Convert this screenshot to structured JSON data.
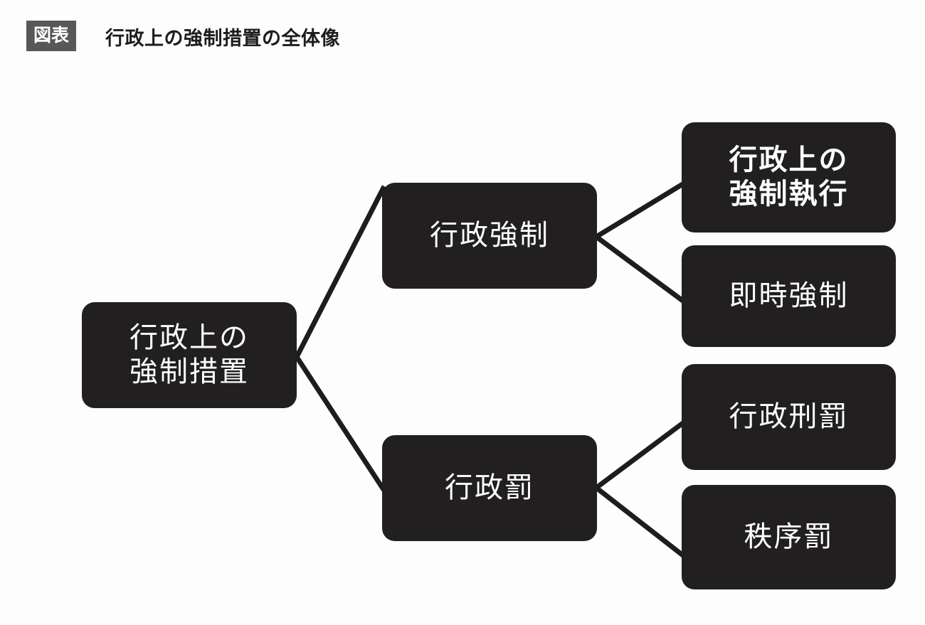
{
  "header": {
    "badge_label": "図表",
    "title": "行政上の強制措置の全体像",
    "badge_color": "#58585a",
    "title_color": "#1d1d1d"
  },
  "diagram": {
    "type": "tree",
    "orientation": "left-to-right",
    "node_fill": "#211f1f",
    "node_text_color": "#ffffff",
    "connector_color": "#1d1d1d",
    "background": "#fdfdfd",
    "nodes": {
      "root": {
        "label": "行政上の\n強制措置",
        "bold": false
      },
      "gyosei_kyosei": {
        "label": "行政強制",
        "bold": false
      },
      "gyosei_batsu": {
        "label": "行政罰",
        "bold": false
      },
      "kyosei_shikko": {
        "label": "行政上の\n強制執行",
        "bold": true
      },
      "sokuji_kyosei": {
        "label": "即時強制",
        "bold": false
      },
      "gyosei_keibatsu": {
        "label": "行政刑罰",
        "bold": false
      },
      "chitsujo_batsu": {
        "label": "秩序罰",
        "bold": false
      }
    },
    "edges": [
      {
        "from": "root",
        "to": "gyosei_kyosei"
      },
      {
        "from": "root",
        "to": "gyosei_batsu"
      },
      {
        "from": "gyosei_kyosei",
        "to": "kyosei_shikko"
      },
      {
        "from": "gyosei_kyosei",
        "to": "sokuji_kyosei"
      },
      {
        "from": "gyosei_batsu",
        "to": "gyosei_keibatsu"
      },
      {
        "from": "gyosei_batsu",
        "to": "chitsujo_batsu"
      }
    ]
  }
}
